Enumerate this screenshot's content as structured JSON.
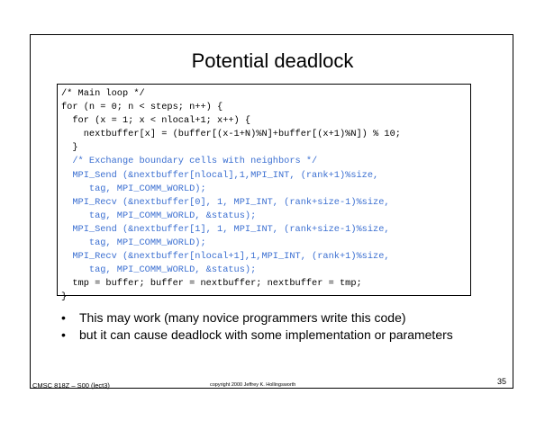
{
  "slide": {
    "title": "Potential deadlock",
    "code_lines": [
      {
        "text": "/* Main loop */",
        "color": "#000000"
      },
      {
        "text": "for (n = 0; n < steps; n++) {",
        "color": "#000000"
      },
      {
        "text": "  for (x = 1; x < nlocal+1; x++) {",
        "color": "#000000"
      },
      {
        "text": "    nextbuffer[x] = (buffer[(x-1+N)%N]+buffer[(x+1)%N]) % 10;",
        "color": "#000000"
      },
      {
        "text": "  }",
        "color": "#000000"
      },
      {
        "text": "  /* Exchange boundary cells with neighbors */",
        "color": "#3b6fd1"
      },
      {
        "text": "  MPI_Send (&nextbuffer[nlocal],1,MPI_INT, (rank+1)%size,",
        "color": "#3b6fd1"
      },
      {
        "text": "     tag, MPI_COMM_WORLD);",
        "color": "#3b6fd1"
      },
      {
        "text": "  MPI_Recv (&nextbuffer[0], 1, MPI_INT, (rank+size-1)%size,",
        "color": "#3b6fd1"
      },
      {
        "text": "     tag, MPI_COMM_WORLD, &status);",
        "color": "#3b6fd1"
      },
      {
        "text": "  MPI_Send (&nextbuffer[1], 1, MPI_INT, (rank+size-1)%size,",
        "color": "#3b6fd1"
      },
      {
        "text": "     tag, MPI_COMM_WORLD);",
        "color": "#3b6fd1"
      },
      {
        "text": "  MPI_Recv (&nextbuffer[nlocal+1],1,MPI_INT, (rank+1)%size,",
        "color": "#3b6fd1"
      },
      {
        "text": "     tag, MPI_COMM_WORLD, &status);",
        "color": "#3b6fd1"
      },
      {
        "text": "  tmp = buffer; buffer = nextbuffer; nextbuffer = tmp;",
        "color": "#000000"
      },
      {
        "text": "}",
        "color": "#000000"
      }
    ],
    "bullets": [
      "This may work (many novice programmers write this code)",
      "but it can cause deadlock with some implementation or parameters"
    ],
    "bullet_symbol": "•",
    "footer": {
      "course": "CMSC 818Z – S00 (lect3)",
      "copyright": "copyright 2000 Jeffrey K. Hollingsworth",
      "page": "35"
    }
  }
}
